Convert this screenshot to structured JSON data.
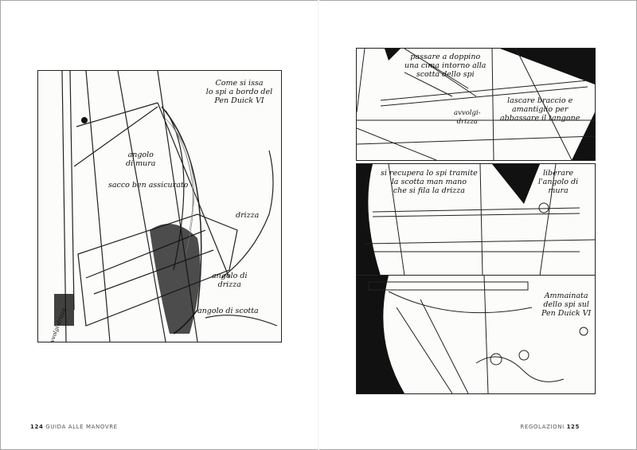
{
  "left_page": {
    "panel": {
      "title": [
        "Come si issa",
        "lo spi a bordo del",
        "Pen Duick VI"
      ],
      "labels": {
        "angolo_di_mura": [
          "angolo",
          "di mura"
        ],
        "sacco": "sacco ben assicurato",
        "drizza": "drizza",
        "angolo_di_drizza": [
          "angolo di",
          "drizza"
        ],
        "angolo_di_scotta": "angolo di scotta",
        "avvolgi_drizza": "avvolgi-drizza"
      }
    },
    "footer": {
      "page_number": "124",
      "section": "GUIDA ALLE MANOVRE"
    }
  },
  "right_page": {
    "panel_top": {
      "note1": [
        "passare a doppino",
        "una cima intorno alla",
        "scotta dello spi"
      ],
      "note2": [
        "avvolgi-",
        "drizza"
      ],
      "note3": [
        "lascare braccio e",
        "amantiglio per",
        "abbassare il tangone"
      ]
    },
    "panel_middle": {
      "note1": [
        "si recupera lo spi tramite",
        "la scotta man mano",
        "che si fila la drizza"
      ],
      "note2": [
        "liberare",
        "l'angolo di",
        "mura"
      ]
    },
    "panel_bottom": {
      "title": [
        "Ammainata",
        "dello spi sul",
        "Pen Duick VI"
      ]
    },
    "footer": {
      "section": "REGOLAZIONI",
      "page_number": "125"
    }
  }
}
